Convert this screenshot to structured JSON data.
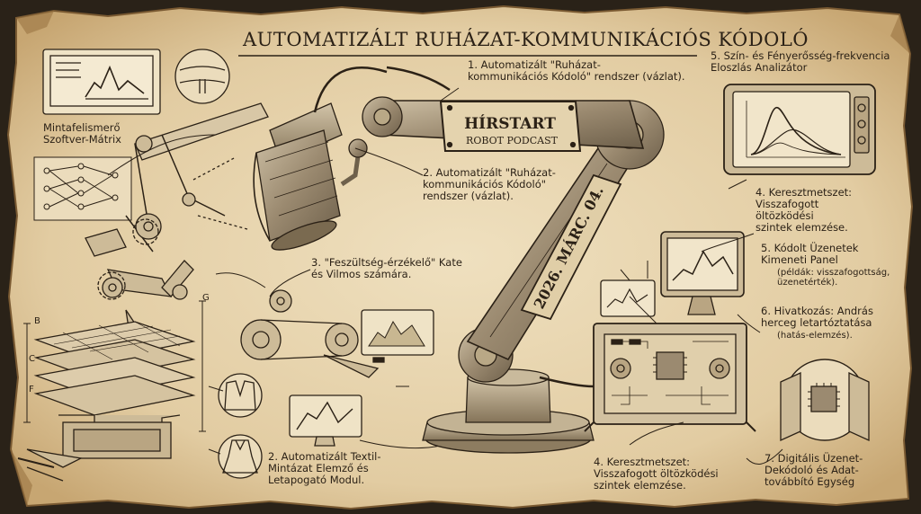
{
  "title": "AUTOMATIZÁLT RUHÁZAT-KOMMUNIKÁCIÓS KÓDOLÓ",
  "plate": {
    "line1": "HÍRSTART",
    "line2": "ROBOT PODCAST"
  },
  "arm_date": "2026. MÁRC. 04.",
  "labels": {
    "matrix": "Mintafelismerő\nSzoftver-Mátrix",
    "l1": "1. Automatizált \"Ruházat-\nkommunikációs Kódoló\" rendszer (vázlat).",
    "l2": "2. Automatizált \"Ruházat-\nkommunikációs Kódoló\"\nrendszer (vázlat).",
    "l3": "3. \"Feszültség-érzékelő\" Kate\nés Vilmos számára.",
    "l5": "5. Szín- és Fényerősség-frekvencia\nEloszlás Analizátor",
    "l4a": "4. Keresztmetszet:\nVisszafogott\nöltözködési\nszintek elemzése.",
    "l5b": "5. Kódolt Üzenetek\nKimeneti Panel",
    "l5b_sub": "(példák: visszafogottság,\nüzenetérték).",
    "l6": "6. Hivatkozás: András\nherceg letartóztatása",
    "l6_sub": "(hatás-elemzés).",
    "l2b": "2. Automatizált Textil-\nMintázat Elemző és\nLetapogató Modul.",
    "l4b": "4. Keresztmetszet:\nVisszafogott öltözködési\nszintek elemzése.",
    "l7": "7. Digitális Üzenet-\nDekódoló és Adat-\ntovábbító Egység"
  },
  "layer_letters": [
    "G",
    "B",
    "C",
    "F"
  ],
  "colors": {
    "paper": "#e6d3ad",
    "ink": "#2b2116",
    "metal": "#9b8a70",
    "edge": "#7a5a32"
  }
}
